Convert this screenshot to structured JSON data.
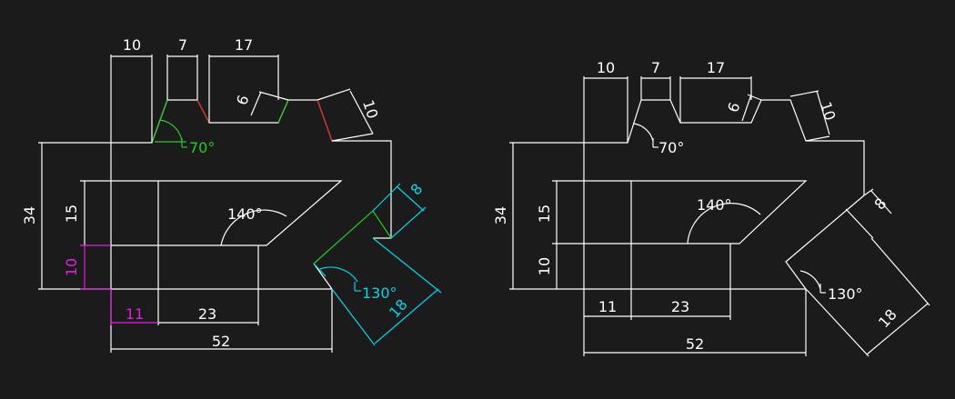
{
  "colors": {
    "background": "#1b1b1b",
    "line": "#ffffff",
    "green": "#22cc22",
    "red": "#dd2020",
    "cyan": "#00d8e8",
    "magenta": "#e020e0"
  },
  "left_drawing": {
    "dims": {
      "d10_top": "10",
      "d7_top": "7",
      "d17_top": "17",
      "d6_slot": "6",
      "d10_slot": "10",
      "d34": "34",
      "d15": "15",
      "d10_side": "10",
      "d11": "11",
      "d23": "23",
      "d52": "52",
      "d8": "8",
      "d18": "18"
    },
    "angles": {
      "a70": "70°",
      "a140": "140°",
      "a130": "130°"
    }
  },
  "right_drawing": {
    "dims": {
      "d10_top": "10",
      "d7_top": "7",
      "d17_top": "17",
      "d6_slot": "6",
      "d10_slot": "10",
      "d34": "34",
      "d15": "15",
      "d10_side": "10",
      "d11": "11",
      "d23": "23",
      "d52": "52",
      "d8": "8",
      "d18": "18"
    },
    "angles": {
      "a70": "70°",
      "a140": "140°",
      "a130": "130°"
    }
  }
}
